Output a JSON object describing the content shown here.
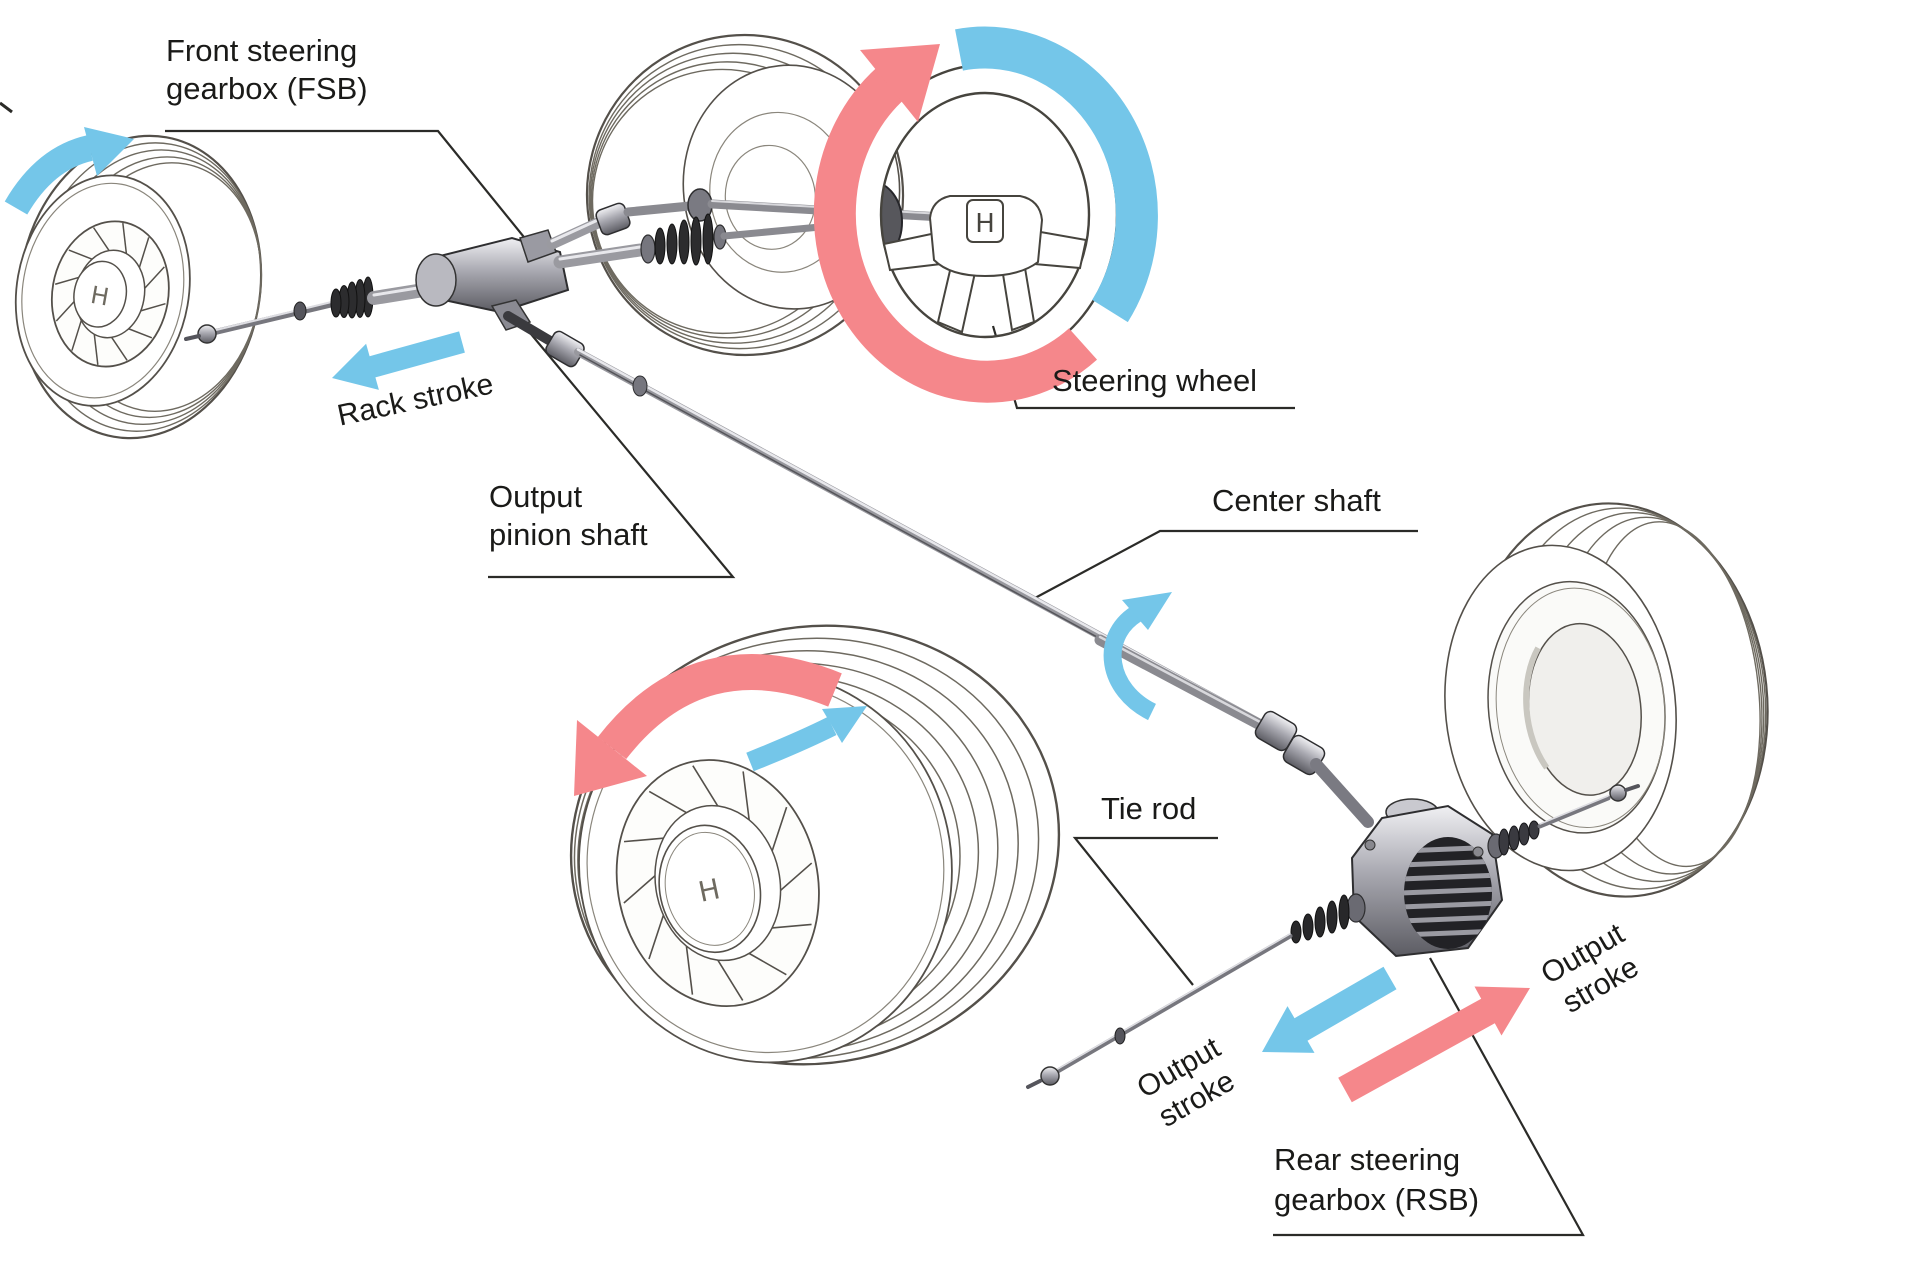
{
  "labels": {
    "front_gearbox": {
      "line1": "Front steering",
      "line2": "gearbox (FSB)"
    },
    "steering_wheel": "Steering wheel",
    "rack_stroke": "Rack stroke",
    "output_pinion_shaft": {
      "line1": "Output",
      "line2": "pinion shaft"
    },
    "center_shaft": "Center shaft",
    "tie_rod": "Tie rod",
    "output_stroke_rear_left": {
      "line1": "Output",
      "line2": "stroke"
    },
    "output_stroke_rear_right": {
      "line1": "Output",
      "line2": "stroke"
    },
    "rear_gearbox": {
      "line1": "Rear steering",
      "line2": "gearbox (RSB)"
    },
    "hub_mark": "H"
  },
  "colors": {
    "arrow_red": "#f5878b",
    "arrow_blue": "#74c6e9",
    "line_art": "#54504a",
    "leader_line": "#2b2b28",
    "text": "#1a1a18"
  }
}
